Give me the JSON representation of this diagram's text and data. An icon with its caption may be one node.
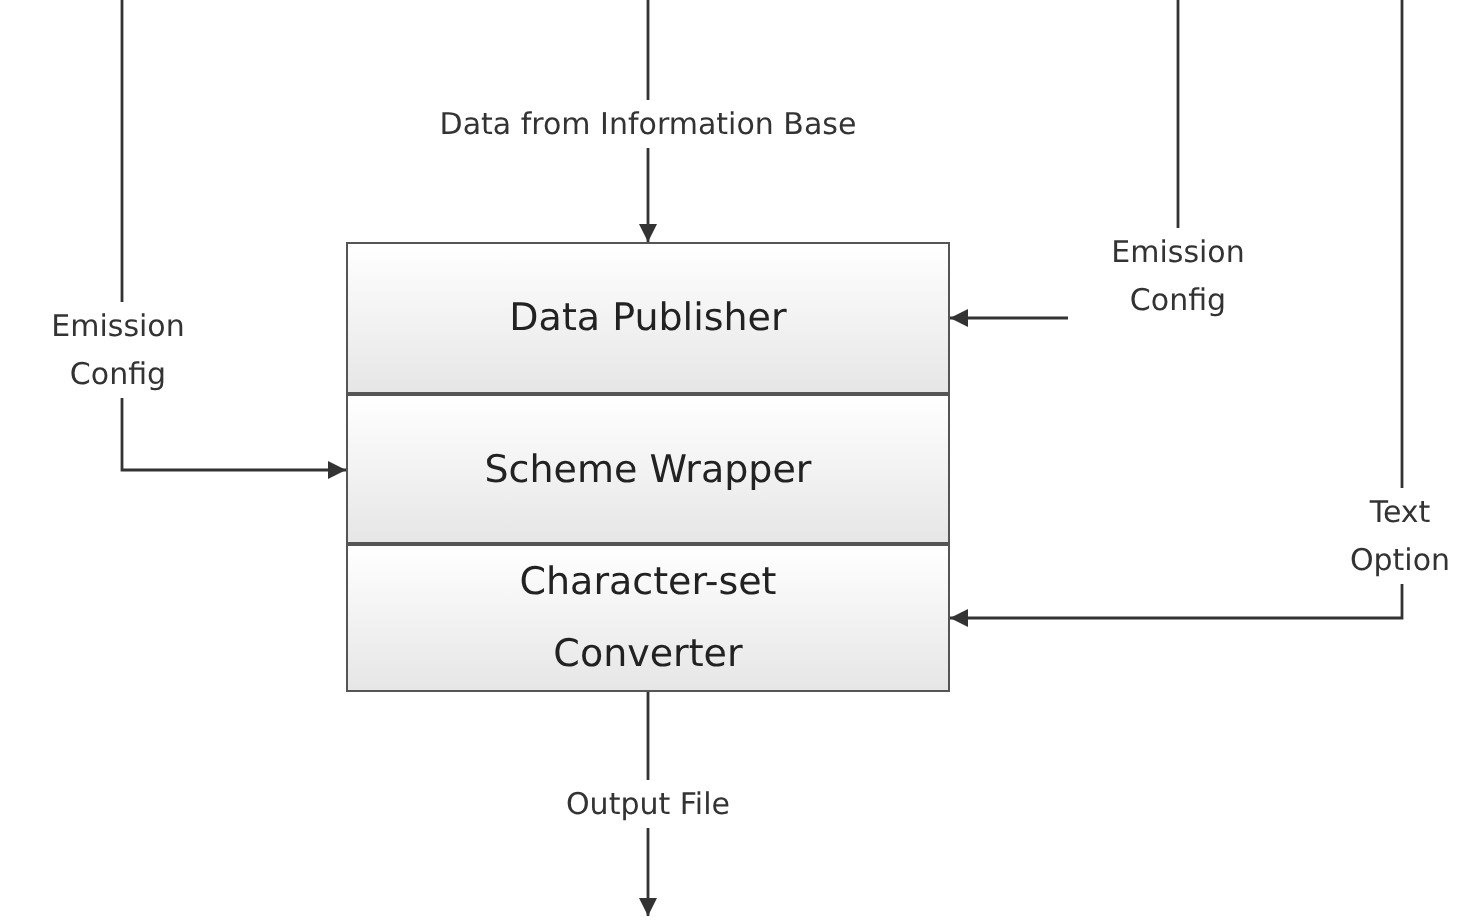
{
  "diagram": {
    "nodes": [
      {
        "text": [
          "Data Publisher"
        ]
      },
      {
        "text": [
          "Scheme Wrapper"
        ]
      },
      {
        "text": [
          "Character-set Converter"
        ]
      }
    ],
    "edges": [
      {
        "from": null,
        "to": 0,
        "arrow": "to",
        "label": "Data from Information Base"
      },
      {
        "from": null,
        "to": 1,
        "arrow": "to",
        "label": "Emission Config"
      },
      {
        "from": null,
        "to": 0,
        "arrow": "to",
        "label": "Emission Config"
      },
      {
        "from": null,
        "to": 2,
        "arrow": "to",
        "label": "Text Option"
      },
      {
        "from": 2,
        "to": null,
        "arrow": "to",
        "label": "Output File"
      }
    ]
  }
}
